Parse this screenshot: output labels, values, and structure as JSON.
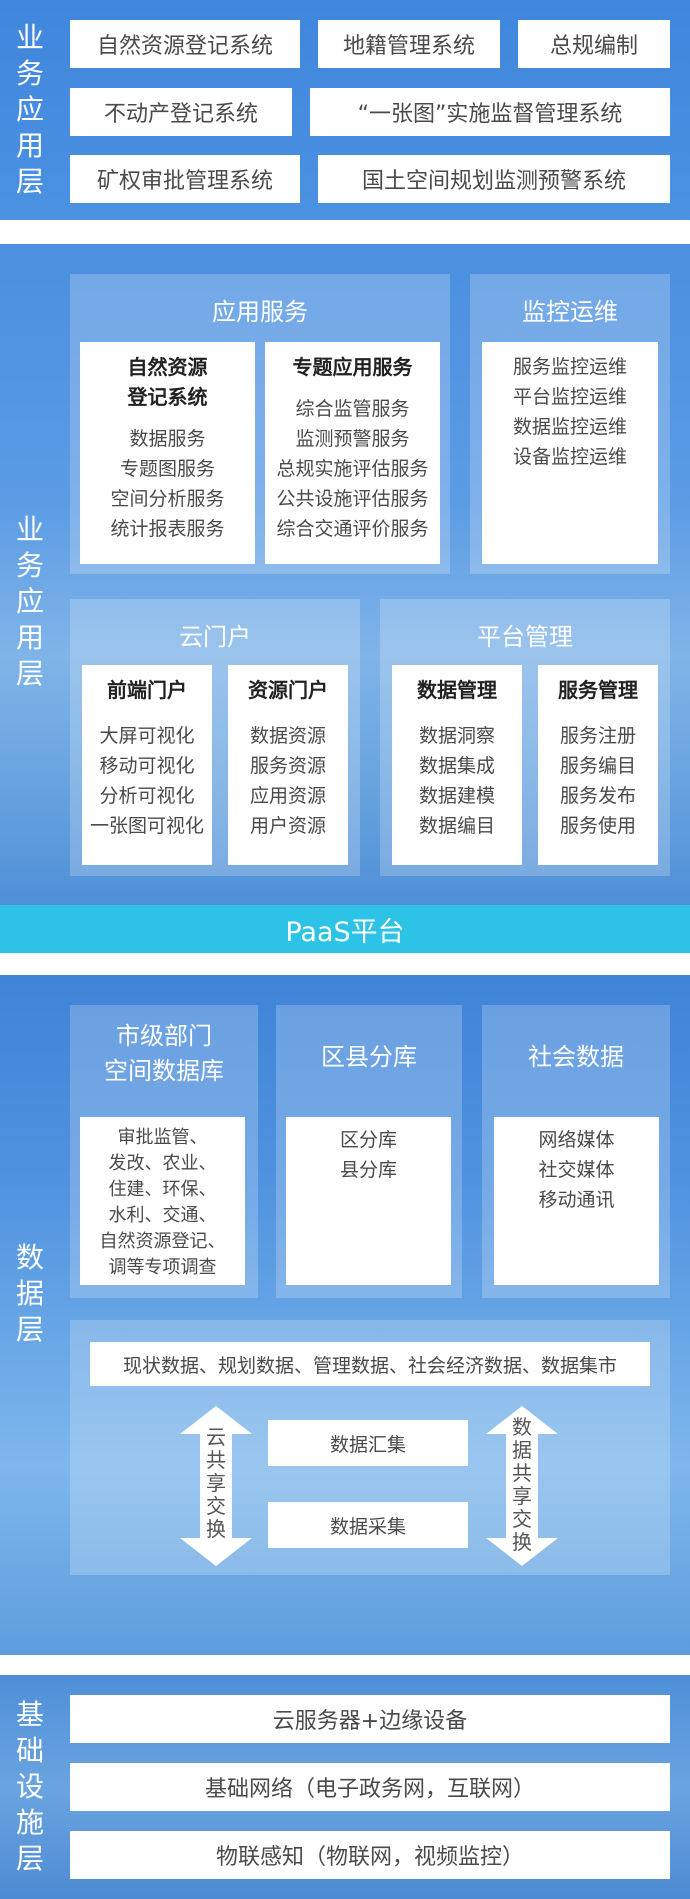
{
  "top_layer": {
    "label": [
      "业",
      "务",
      "应",
      "用",
      "层"
    ],
    "items": [
      "自然资源登记系统",
      "地籍管理系统",
      "总规编制",
      "不动产登记系统",
      "“一张图”实施监督管理系统",
      "矿权审批管理系统",
      "国土空间规划监测预警系统"
    ]
  },
  "app_layer": {
    "label": [
      "业",
      "务",
      "应",
      "用",
      "层"
    ],
    "app_services": {
      "title": "应用服务",
      "cards": [
        {
          "heading": "自然资源\n登记系统",
          "heading_lines": [
            "自然资源",
            "登记系统"
          ],
          "items": [
            "数据服务",
            "专题图服务",
            "空间分析服务",
            "统计报表服务"
          ]
        },
        {
          "heading_lines": [
            "专题应用服务"
          ],
          "items": [
            "综合监管服务",
            "监测预警服务",
            "总规实施评估服务",
            "公共设施评估服务",
            "综合交通评价服务"
          ]
        }
      ]
    },
    "ops": {
      "title": "监控运维",
      "items": [
        "服务监控运维",
        "平台监控运维",
        "数据监控运维",
        "设备监控运维"
      ]
    },
    "cloud_portal": {
      "title": "云门户",
      "cards": [
        {
          "heading_lines": [
            "前端门户"
          ],
          "items": [
            "大屏可视化",
            "移动可视化",
            "分析可视化",
            "一张图可视化"
          ]
        },
        {
          "heading_lines": [
            "资源门户"
          ],
          "items": [
            "数据资源",
            "服务资源",
            "应用资源",
            "用户资源"
          ]
        }
      ]
    },
    "platform_mgmt": {
      "title": "平台管理",
      "cards": [
        {
          "heading_lines": [
            "数据管理"
          ],
          "items": [
            "数据洞察",
            "数据集成",
            "数据建模",
            "数据编目"
          ]
        },
        {
          "heading_lines": [
            "服务管理"
          ],
          "items": [
            "服务注册",
            "服务编目",
            "服务发布",
            "服务使用"
          ]
        }
      ]
    }
  },
  "paas": {
    "label": "PaaS平台"
  },
  "data_layer": {
    "label": [
      "数",
      "据",
      "层"
    ],
    "city_db": {
      "title_lines": [
        "市级部门",
        "空间数据库"
      ],
      "items": [
        "审批监管、",
        "发改、农业、",
        "住建、环保、",
        "水利、交通、",
        "自然资源登记、",
        "调等专项调查"
      ]
    },
    "district_db": {
      "title_lines": [
        "区县分库"
      ],
      "items": [
        "区分库",
        "县分库"
      ]
    },
    "social_data": {
      "title_lines": [
        "社会数据"
      ],
      "items": [
        "网络媒体",
        "社交媒体",
        "移动通讯"
      ]
    },
    "data_market": "现状数据、规划数据、管理数据、社会经济数据、数据集市",
    "left_arrow_text": [
      "云",
      "共",
      "享",
      "交",
      "换"
    ],
    "right_arrow_text": [
      "数",
      "据",
      "共",
      "享",
      "交",
      "换"
    ],
    "gather": "数据汇集",
    "collect": "数据采集"
  },
  "infra_layer": {
    "label": [
      "基",
      "础",
      "设",
      "施",
      "层"
    ],
    "items": [
      "云服务器+边缘设备",
      "基础网络（电子政务网，互联网）",
      "物联感知（物联网，视频监控）"
    ]
  },
  "colors": {
    "primary_blue": "#3f86dd",
    "paas_cyan": "#2cc3e6",
    "panel_white": "#ffffff"
  }
}
